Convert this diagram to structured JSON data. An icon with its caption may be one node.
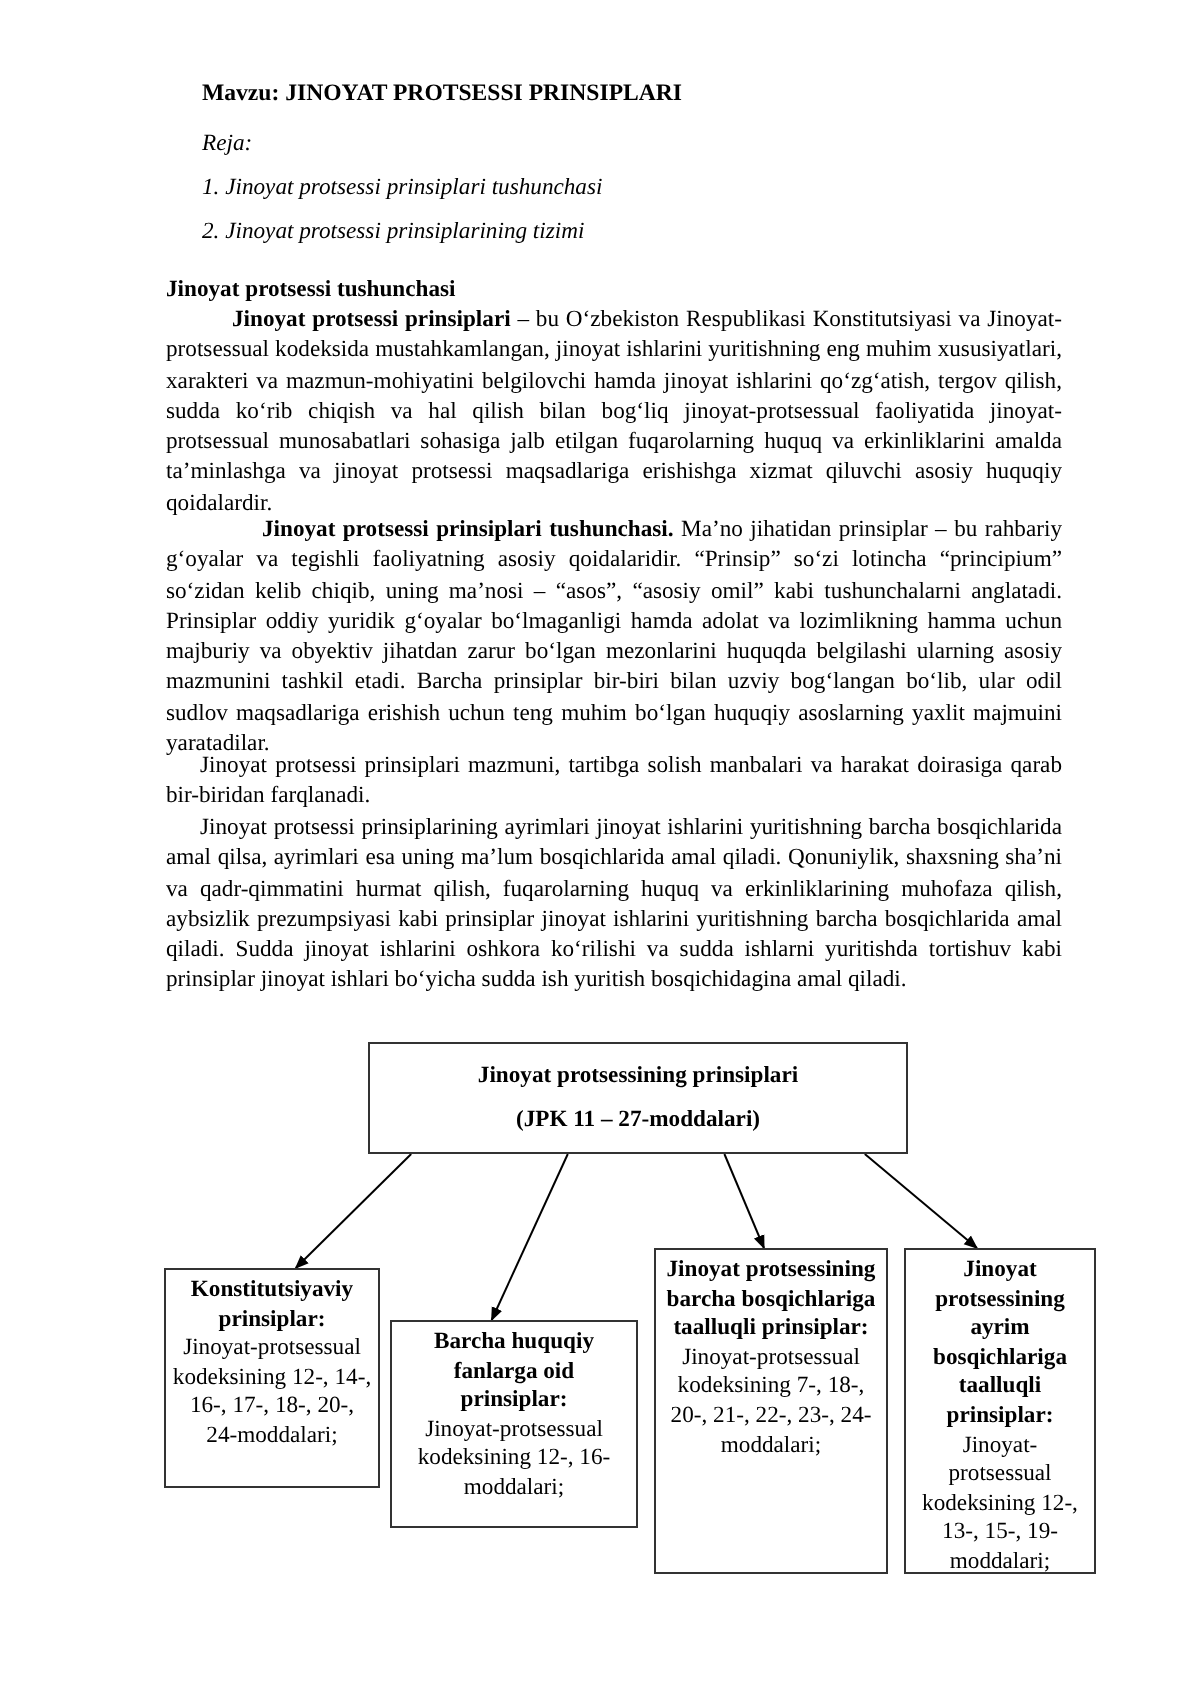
{
  "diagram": {
    "title": "Mavzu:  JINOYAT PROTSESSI PRINSIPLARI",
    "nodes": [
      {
        "text": [
          "Jinoyat protsessining prinsiplari",
          "(JPK 11 – 27-moddalari)"
        ]
      },
      {
        "text": [
          "Konstitutsiyaviy prinsiplar:",
          "Jinoyat-protsessual kodeksining 12-, 14-, 16-, 17-, 18-, 20-, 24-moddalari;"
        ]
      },
      {
        "text": [
          "Barcha huquqiy fanlarga oid prinsiplar:",
          "Jinoyat-protsessual kodeksining 12-, 16-moddalari;"
        ]
      },
      {
        "text": [
          "Jinoyat protsessining barcha bosqichlariga taalluqli prinsiplar:",
          "Jinoyat-protsessual kodeksining 7-, 18-, 20-, 21-, 22-, 23-, 24-moddalari;"
        ]
      },
      {
        "text": [
          "Jinoyat protsessining ayrim bosqichlariga taalluqli prinsiplar:",
          "Jinoyat-protsessual kodeksining 12-, 13-, 15-, 19-moddalari;"
        ]
      }
    ],
    "edges": [
      {
        "from": 0,
        "to": 1,
        "arrow": "to"
      },
      {
        "from": 0,
        "to": 2,
        "arrow": "to"
      },
      {
        "from": 0,
        "to": 3,
        "arrow": "to"
      },
      {
        "from": 0,
        "to": 4,
        "arrow": "to"
      }
    ],
    "labels": [
      "Reja:",
      "1. Jinoyat protsessi prinsiplari tushunchasi",
      "2. Jinoyat protsessi prinsiplarining tizimi",
      "Jinoyat protsessi tushunchasi",
      "**Jinoyat protsessi prinsiplari** – bu O‘zbekiston Respublikasi Konstitutsiyasi va Jinoyat-protsessual kodeksida mustahkamlangan, jinoyat ishlarini yuritishning eng muhim xususiyatlari, xarakteri va mazmun-mohiyatini belgilovchi hamda jinoyat ishlarini qo‘zg‘atish, tergov qilish, sudda ko‘rib chiqish va hal qilish bilan bog‘liq jinoyat-protsessual faoliyatida jinoyat-protsessual munosabatlari sohasiga jalb etilgan fuqarolarning huquq va erkinliklarini amalda ta’minlashga va jinoyat protsessi maqsadlariga erishishga xizmat qiluvchi asosiy huquqiy qoidalardir.",
      "**Jinoyat protsessi prinsiplari tushunchasi.** Ma’no jihatidan prinsiplar – bu rahbariy g‘oyalar va tegishli faoliyatning asosiy qoidalaridir. “Prinsip” so‘zi lotincha “principium” so‘zidan kelib chiqib, uning ma’nosi – “asos”, “asosiy omil” kabi tushunchalarni anglatadi. Prinsiplar oddiy yuridik g‘oyalar bo‘lmaganligi hamda adolat va lozimlikning hamma uchun majburiy va obyektiv jihatdan zarur bo‘lgan mezonlarini huquqda belgilashi ularning asosiy mazmunini tashkil etadi. Barcha prinsiplar bir-biri bilan uzviy bog‘langan bo‘lib, ular odil sudlov maqsadlariga erishish uchun teng muhim bo‘lgan huquqiy asoslarning yaxlit majmuini yaratadilar.",
      "Jinoyat protsessi prinsiplari mazmuni, tartibga solish manbalari va harakat doirasiga qarab bir-biridan farqlanadi.",
      "Jinoyat protsessi prinsiplarining ayrimlari jinoyat ishlarini yuritishning barcha bosqichlarida amal qilsa, ayrimlari esa uning ma’lum bosqichlarida amal qiladi. Qonuniylik, shaxsning sha’ni va qadr-qimmatini hurmat qilish, fuqarolarning huquq va erkinliklarining muhofaza qilish, aybsizlik prezumpsiyasi kabi prinsiplar jinoyat ishlarini yuritishning barcha bosqichlarida amal qiladi. Sudda jinoyat ishlarini oshkora ko‘rilishi va sudda ishlarni yuritishda tortishuv kabi prinsiplar jinoyat ishlari bo‘yicha sudda ish yuritish bosqichidagina amal qiladi."
    ]
  }
}
